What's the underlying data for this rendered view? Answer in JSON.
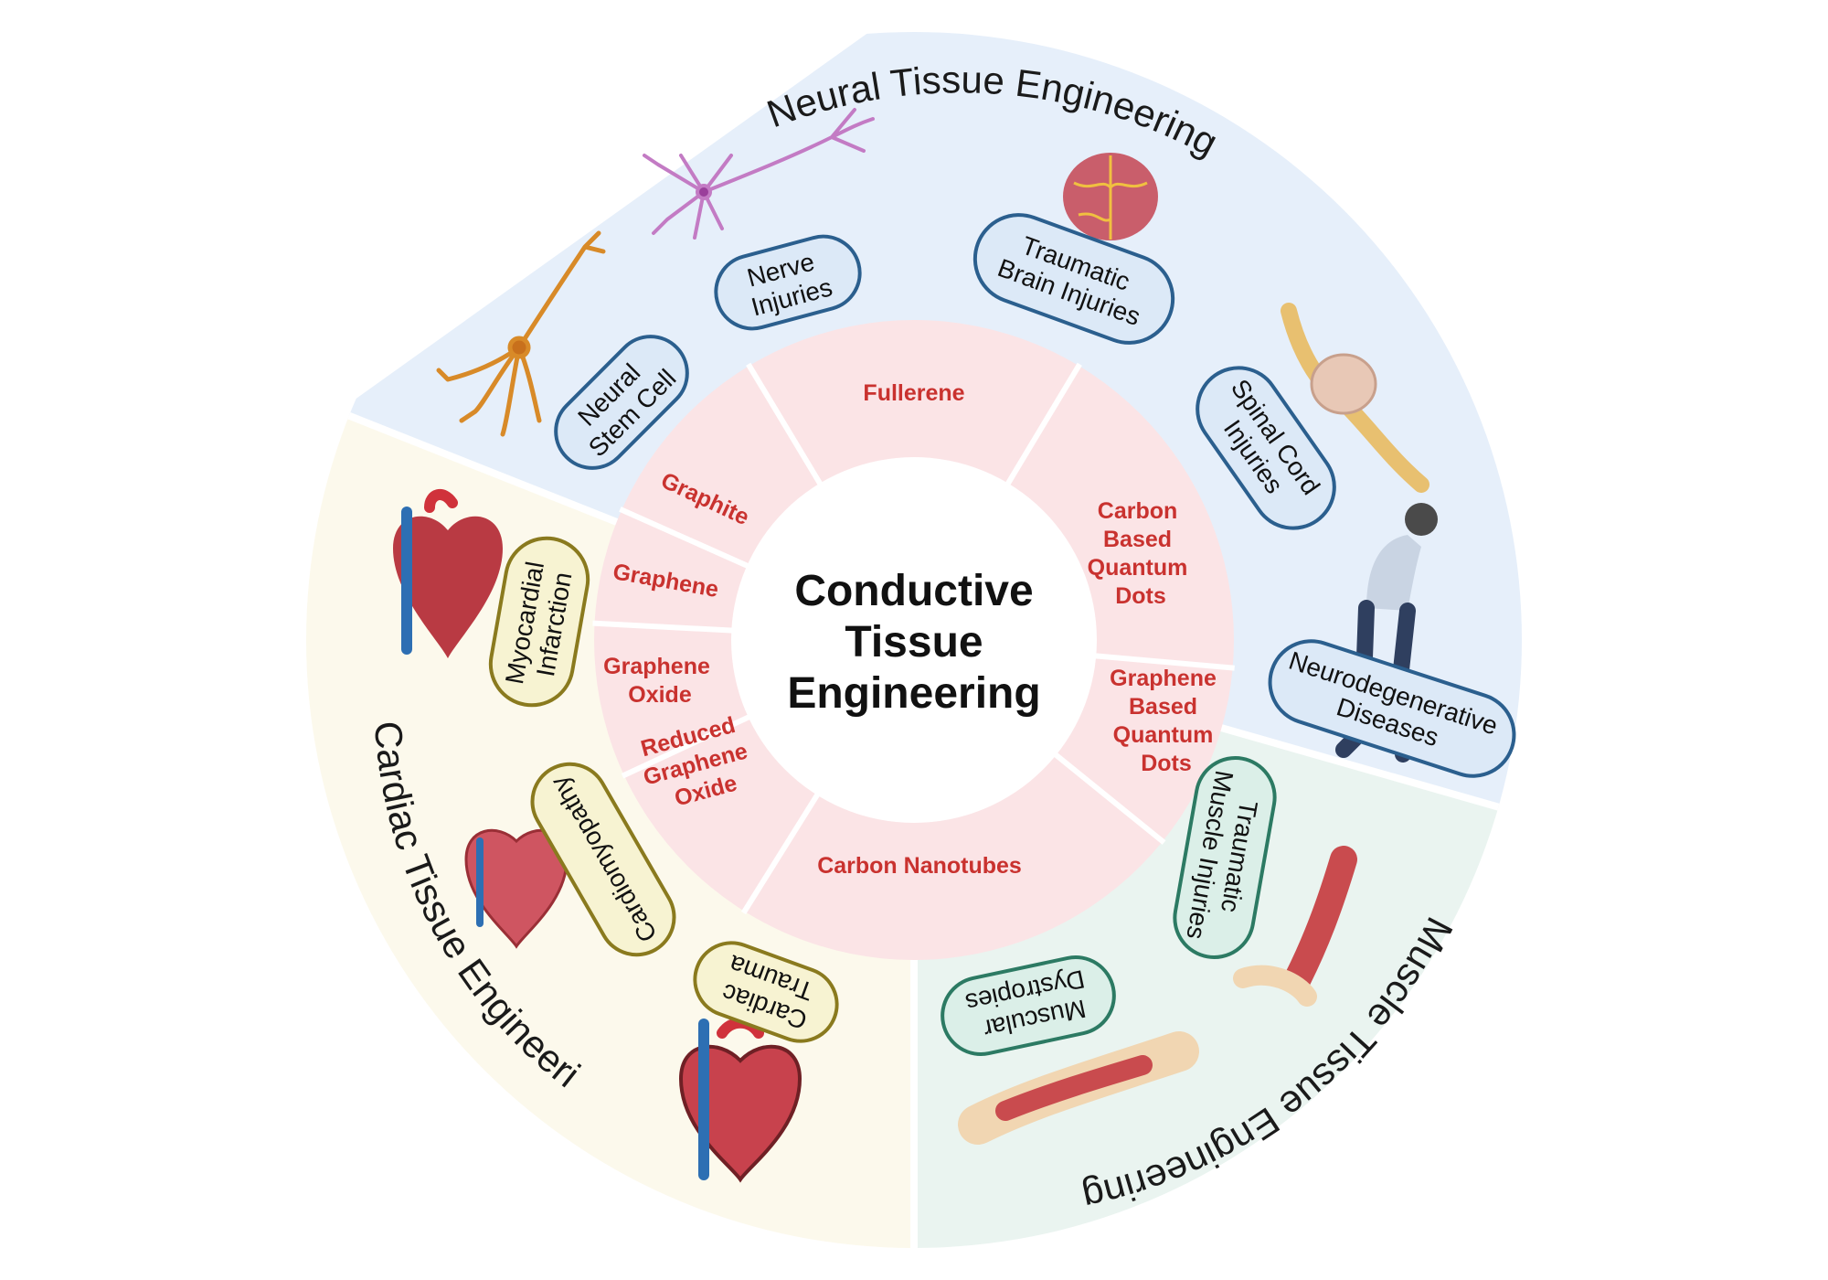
{
  "center": {
    "lines": [
      "Conductive",
      "Tissue",
      "Engineering"
    ]
  },
  "materials": [
    {
      "lines": [
        "Fullerene"
      ]
    },
    {
      "lines": [
        "Carbon",
        "Based",
        "Quantum",
        "Dots"
      ]
    },
    {
      "lines": [
        "Graphene",
        "Based",
        "Quantum",
        "Dots"
      ]
    },
    {
      "lines": [
        "Carbon Nanotubes"
      ]
    },
    {
      "lines": [
        "Reduced",
        "Graphene",
        "Oxide"
      ]
    },
    {
      "lines": [
        "Graphene",
        "Oxide"
      ]
    },
    {
      "lines": [
        "Graphene"
      ]
    },
    {
      "lines": [
        "Graphite"
      ]
    }
  ],
  "sectors": {
    "neural": {
      "title": "Neural Tissue Engineering",
      "color": "#e6effa",
      "pill_border": "#2b5f8e",
      "pill_fill": "#dce9f7",
      "pills": [
        {
          "lines": [
            "Neural",
            "Stem Cell"
          ]
        },
        {
          "lines": [
            "Nerve",
            "Injuries"
          ]
        },
        {
          "lines": [
            "Traumatic",
            "Brain Injuries"
          ]
        },
        {
          "lines": [
            "Spinal Cord",
            "Injuries"
          ]
        },
        {
          "lines": [
            "Neurodegenerative",
            "Diseases"
          ]
        }
      ]
    },
    "cardiac": {
      "title": "Cardiac Tissue Engineering",
      "color": "#fcf9ec",
      "pill_border": "#8a7a1e",
      "pill_fill": "#f7f3d2",
      "pills": [
        {
          "lines": [
            "Myocardial",
            "Infarction"
          ]
        },
        {
          "lines": [
            "Cardiomyopathy"
          ]
        },
        {
          "lines": [
            "Cardiac",
            "Trauma"
          ]
        }
      ]
    },
    "muscle": {
      "title": "Muscle Tissue Engineering",
      "color": "#eaf4f0",
      "pill_border": "#2c7a63",
      "pill_fill": "#dbefe8",
      "pills": [
        {
          "lines": [
            "Traumatic",
            "Muscle Injuries"
          ]
        },
        {
          "lines": [
            "Muscular",
            "Dystropies"
          ]
        }
      ]
    }
  },
  "inner_ring_color": "#fbe4e6",
  "icons": [
    "neuron-icon",
    "neuron-icon",
    "brain-icon",
    "spinal-cord-icon",
    "elderly-person-icon",
    "heart-icon",
    "heart-section-icon",
    "heart-section-icon",
    "arm-muscle-icon",
    "knee-muscle-icon"
  ]
}
